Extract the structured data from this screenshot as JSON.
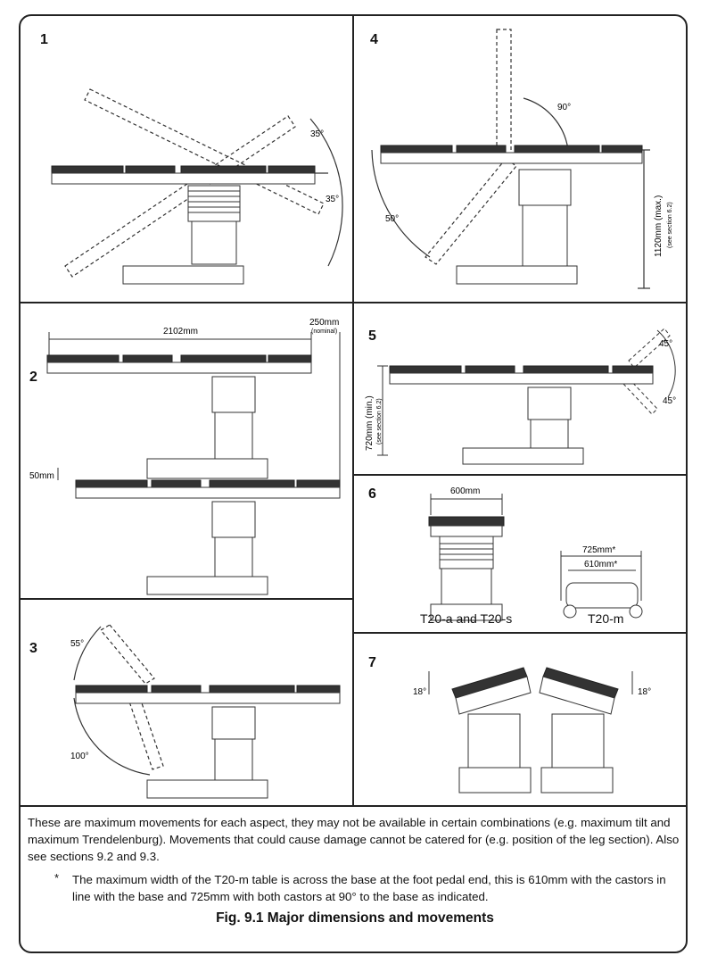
{
  "panels": {
    "p1": {
      "number": "1",
      "angle_up": "35°",
      "angle_down": "35°"
    },
    "p2": {
      "number": "2",
      "length": "2102mm",
      "extension": "250mm",
      "extension_note": "(nominal)",
      "lift": "50mm"
    },
    "p3": {
      "number": "3",
      "angle_up": "55°",
      "angle_down": "100°"
    },
    "p4": {
      "number": "4",
      "angle_up": "90°",
      "angle_down": "50°",
      "height": "1120mm (max.)",
      "height_note": "(see section 6.2)"
    },
    "p5": {
      "number": "5",
      "height": "720mm (min.)",
      "height_note": "(see section 6.2)",
      "angle_up": "45°",
      "angle_down": "45°"
    },
    "p6": {
      "number": "6",
      "width_a": "600mm",
      "label_a": "T20-a and T20-s",
      "width_m1": "725mm*",
      "width_m2": "610mm*",
      "label_m": "T20-m"
    },
    "p7": {
      "number": "7",
      "angle_left": "18°",
      "angle_right": "18°"
    }
  },
  "caption": "These are maximum movements for each aspect, they may not be available in certain combinations (e.g. maximum tilt and maximum Trendelenburg). Movements that could cause damage cannot be catered for (e.g. position of the leg section). Also see sections 9.2 and 9.3.",
  "note_marker": "*",
  "note": "The maximum width of the T20-m table is across the base at the foot pedal end, this is 610mm with the castors in line with the base and 725mm with both castors at 90° to the base as indicated.",
  "figure_title": "Fig. 9.1   Major dimensions and movements"
}
